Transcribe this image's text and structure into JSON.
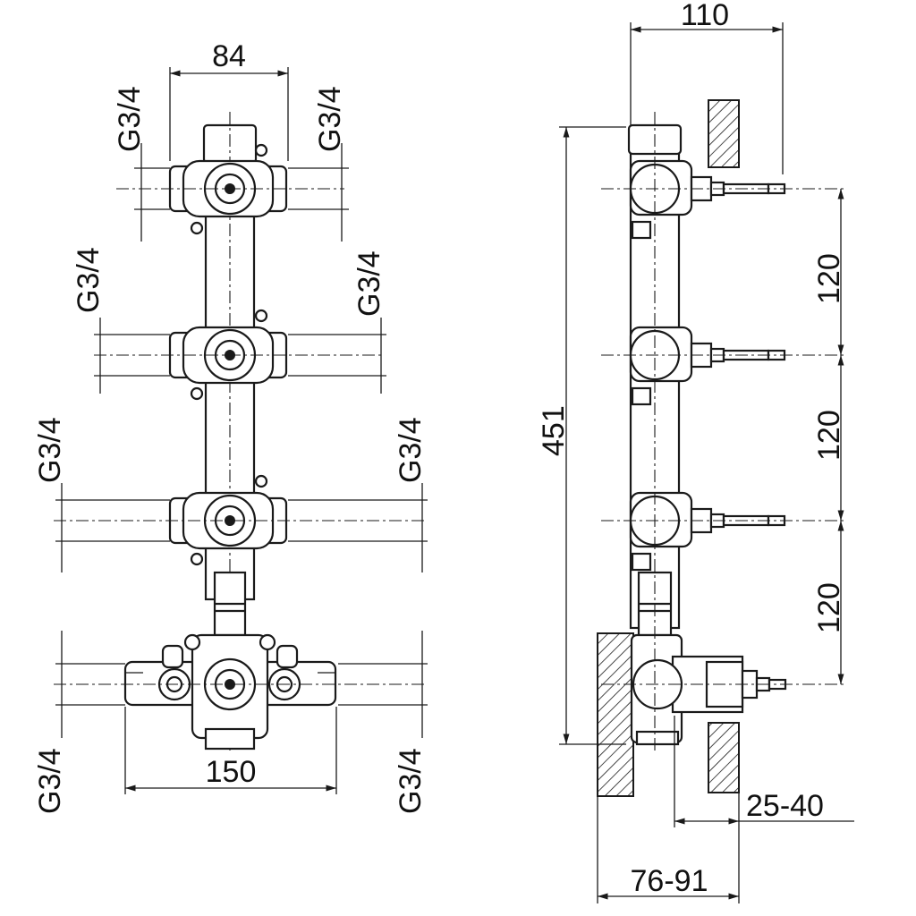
{
  "front_view": {
    "top_width": "84",
    "bottom_width": "150",
    "thread_labels": [
      "G3/4",
      "G3/4",
      "G3/4",
      "G3/4",
      "G3/4",
      "G3/4",
      "G3/4",
      "G3/4"
    ]
  },
  "side_view": {
    "overall_height": "451",
    "top_depth": "110",
    "spacing_1": "120",
    "spacing_2": "120",
    "spacing_3": "120",
    "wall_range": "25-40",
    "depth_range": "76-91"
  }
}
